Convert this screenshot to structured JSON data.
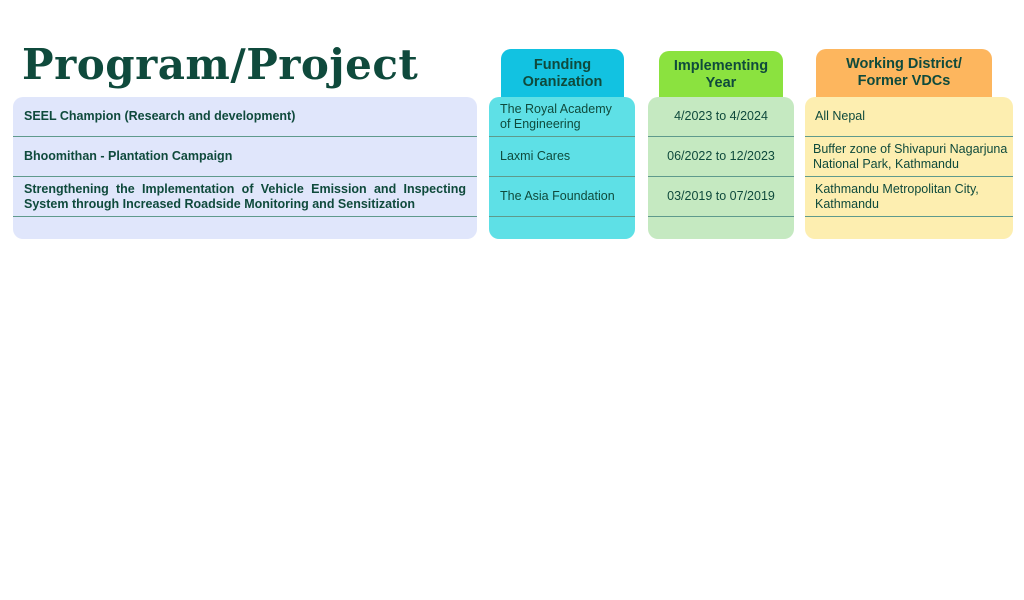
{
  "page": {
    "title": "Program/Project"
  },
  "headers": {
    "funding": "Funding\nOranization",
    "year": "Implementing\nYear",
    "district": "Working District/\nFormer VDCs"
  },
  "rows": [
    {
      "program": "SEEL Champion (Research and development)",
      "funding": "The Royal Academy of Engineering",
      "year": "4/2023 to 4/2024",
      "district": "All Nepal"
    },
    {
      "program": "Bhoomithan - Plantation Campaign",
      "funding": "Laxmi Cares",
      "year": "06/2022 to 12/2023",
      "district": "Buffer zone of Shivapuri Nagarjuna National Park, Kathmandu"
    },
    {
      "program": "Strengthening the Implementation of Vehicle Emission and Inspecting System through Increased Roadside Monitoring and Sensitization",
      "funding": "The Asia Foundation",
      "year": "03/2019 to 07/2019",
      "district": "Kathmandu Metropolitan City, Kathmandu"
    }
  ],
  "colors": {
    "title": "#0f4a3c",
    "program_bg": "#e0e6fb",
    "funding_bg": "#5ee0e6",
    "funding_header": "#12c2e1",
    "year_bg": "#c5e9c1",
    "year_header": "#8be23f",
    "district_bg": "#fdeeb0",
    "district_header": "#fdb65e"
  }
}
